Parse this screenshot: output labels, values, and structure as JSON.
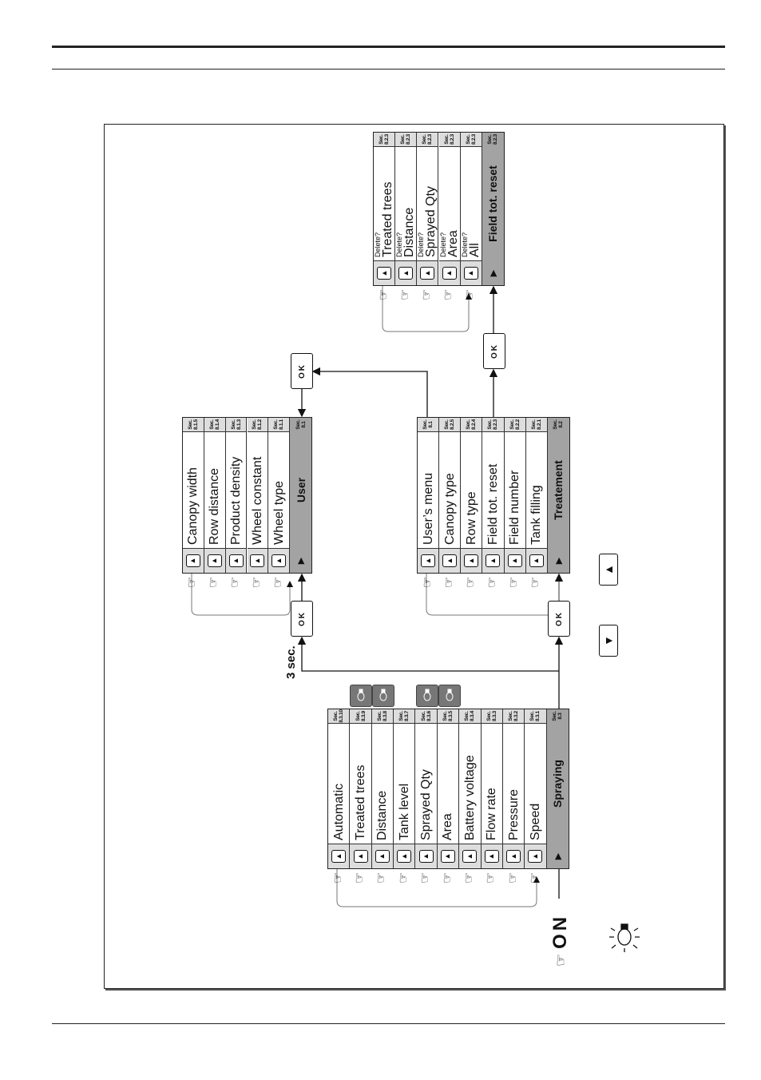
{
  "menus": {
    "spraying": {
      "title": "Spraying",
      "sec": [
        "Sec.",
        "8.3"
      ],
      "items": [
        {
          "label": "Automatic",
          "sec": [
            "Sec.",
            "8.3.10"
          ]
        },
        {
          "label": "Treated trees",
          "sec": [
            "Sec.",
            "8.3.9"
          ]
        },
        {
          "label": "Distance",
          "sec": [
            "Sec.",
            "8.3.8"
          ]
        },
        {
          "label": "Tank level",
          "sec": [
            "Sec.",
            "8.3.7"
          ]
        },
        {
          "label": "Sprayed Qty",
          "sec": [
            "Sec.",
            "8.3.6"
          ]
        },
        {
          "label": "Area",
          "sec": [
            "Sec.",
            "8.3.5"
          ]
        },
        {
          "label": "Battery voltage",
          "sec": [
            "Sec.",
            "8.3.4"
          ]
        },
        {
          "label": "Flow rate",
          "sec": [
            "Sec.",
            "8.3.3"
          ]
        },
        {
          "label": "Pressure",
          "sec": [
            "Sec.",
            "8.3.2"
          ]
        },
        {
          "label": "Speed",
          "sec": [
            "Sec.",
            "8.3.1"
          ]
        }
      ]
    },
    "user": {
      "title": "User",
      "sec": [
        "Sec.",
        "8.1"
      ],
      "items": [
        {
          "label": "Canopy width",
          "sec": [
            "Sec.",
            "8.1.5"
          ]
        },
        {
          "label": "Row distance",
          "sec": [
            "Sec.",
            "8.1.4"
          ]
        },
        {
          "label": "Product density",
          "sec": [
            "Sec.",
            "8.1.3"
          ]
        },
        {
          "label": "Wheel constant",
          "sec": [
            "Sec.",
            "8.1.2"
          ]
        },
        {
          "label": "Wheel type",
          "sec": [
            "Sec.",
            "8.1.1"
          ]
        }
      ]
    },
    "treatment": {
      "title": "Treatement",
      "sec": [
        "Sec.",
        "8.2"
      ],
      "items": [
        {
          "label": "User’s menu",
          "sec": [
            "Sec.",
            "8.1"
          ]
        },
        {
          "label": "Canopy type",
          "sec": [
            "Sec.",
            "8.2.5"
          ]
        },
        {
          "label": "Row type",
          "sec": [
            "Sec.",
            "8.2.4"
          ]
        },
        {
          "label": "Field tot. reset",
          "sec": [
            "Sec.",
            "8.2.3"
          ]
        },
        {
          "label": "Field number",
          "sec": [
            "Sec.",
            "8.2.2"
          ]
        },
        {
          "label": "Tank filling",
          "sec": [
            "Sec.",
            "8.2.1"
          ]
        }
      ]
    },
    "fieldreset": {
      "title": "Field tot. reset",
      "sec": [
        "Sec.",
        "8.2.3"
      ],
      "items": [
        {
          "prefix": "Delete?",
          "label": "Treated trees",
          "sec": [
            "Sec.",
            "8.2.3"
          ]
        },
        {
          "prefix": "Delete?",
          "label": "Distance",
          "sec": [
            "Sec.",
            "8.2.3"
          ]
        },
        {
          "prefix": "Delete?",
          "label": "Sprayed Qty",
          "sec": [
            "Sec.",
            "8.2.3"
          ]
        },
        {
          "prefix": "Delete?",
          "label": "Area",
          "sec": [
            "Sec.",
            "8.2.3"
          ]
        },
        {
          "prefix": "Delete?",
          "label": "All",
          "sec": [
            "Sec.",
            "8.2.3"
          ]
        }
      ]
    }
  },
  "ok_label": "OK",
  "hold_label": "3 sec.",
  "on_label": "ON",
  "icons": {
    "hand": "hand-pointer-icon",
    "bulb": "lightbulb-icon",
    "up": "▲",
    "down": "▼",
    "right": "▶",
    "left": "◀"
  }
}
